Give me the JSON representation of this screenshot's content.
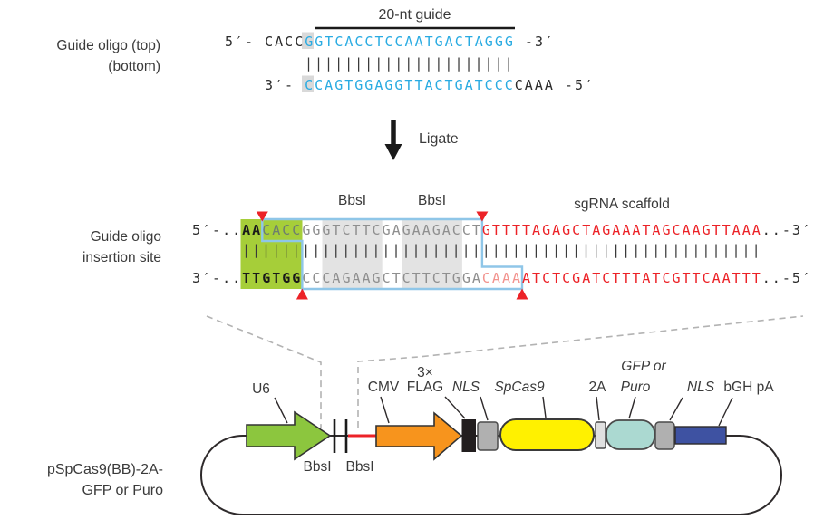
{
  "oligo_section": {
    "label_top": "Guide oligo (top)",
    "label_bottom": "(bottom)",
    "bracket_label": "20-nt guide",
    "top_strand": {
      "end5": "5′- ",
      "stem": "CACC",
      "g_overhang": "G",
      "guide": "GTCACCTCCAATGACTAGGG",
      "end3": " -3′"
    },
    "bar_count": 21,
    "bottom_strand": {
      "end3": "3′- ",
      "c_pair": "C",
      "guide": "CAGTGGAGGTTACTGATCCC",
      "overhang": "CAAA",
      "end5": " -5′"
    }
  },
  "ligate": {
    "label": "Ligate"
  },
  "insertion_section": {
    "label_line1": "Guide oligo",
    "label_line2": "insertion site",
    "bbsi_left": "BbsI",
    "bbsi_right": "BbsI",
    "scaffold_label": "sgRNA scaffold",
    "top_strand": {
      "end5": "5′-..",
      "overhang": "AA",
      "stem": "CACC",
      "filler": "GGGTCTTCGAGAAGACCT",
      "scaffold": "GTTTTAGAGCTAGAAATAGCAAGTTAAA",
      "end3": "..-3′"
    },
    "bar_count": 52,
    "bottom_strand": {
      "end3": "3′-..",
      "overhang": "TTGTGG",
      "filler": "CCCAGAAGCTCTTCTGGA",
      "stem": "CAAA",
      "scaffold": "ATCTCGATCTTTATCGTTCAATTT",
      "end5": "..-5′"
    }
  },
  "plasmid": {
    "name_line1": "pSpCas9(BB)-2A-",
    "name_line2": "GFP or Puro",
    "bbsi_label_1": "BbsI",
    "bbsi_label_2": "BbsI",
    "elements": [
      {
        "label": "U6",
        "shape": "promoter-arrow",
        "color_key": "u6_green"
      },
      {
        "label": "CMV",
        "shape": "promoter-arrow",
        "color_key": "cmv_orange"
      },
      {
        "label_top": "3×",
        "label": "FLAG",
        "shape": "box",
        "color_key": "flag_black"
      },
      {
        "label": "NLS",
        "shape": "box",
        "color_key": "nls_gray"
      },
      {
        "label": "SpCas9",
        "shape": "capsule",
        "color_key": "spcas9_yellow"
      },
      {
        "label": "2A",
        "shape": "box",
        "color_key": "p2a_gray"
      },
      {
        "label_top": "GFP or",
        "label": "Puro",
        "shape": "capsule",
        "color_key": "gfp_teal"
      },
      {
        "label": "NLS",
        "shape": "box",
        "color_key": "nls_gray"
      },
      {
        "label": "bGH pA",
        "shape": "box",
        "color_key": "bgh_blue"
      }
    ]
  },
  "colors": {
    "guide_blue": "#29ABE2",
    "scaffold_red": "#EC2227",
    "overhang_salmon": "#F2938E",
    "filler_gray": "#8F8F8F",
    "insert_green": "#A6CE39",
    "recognition_gray": "#E3E3E3",
    "highlight_gray": "#D9D9D9",
    "excision_box_blue": "#8FC6E8",
    "cut_marker_red": "#EC2227",
    "u6_green": "#8CC63E",
    "cmv_orange": "#F7941D",
    "flag_black": "#221E1F",
    "nls_gray": "#B0B0B0",
    "spcas9_yellow": "#FFF100",
    "p2a_gray": "#E0E0E0",
    "gfp_teal": "#ABD9D1",
    "bgh_blue": "#3E52A2"
  }
}
